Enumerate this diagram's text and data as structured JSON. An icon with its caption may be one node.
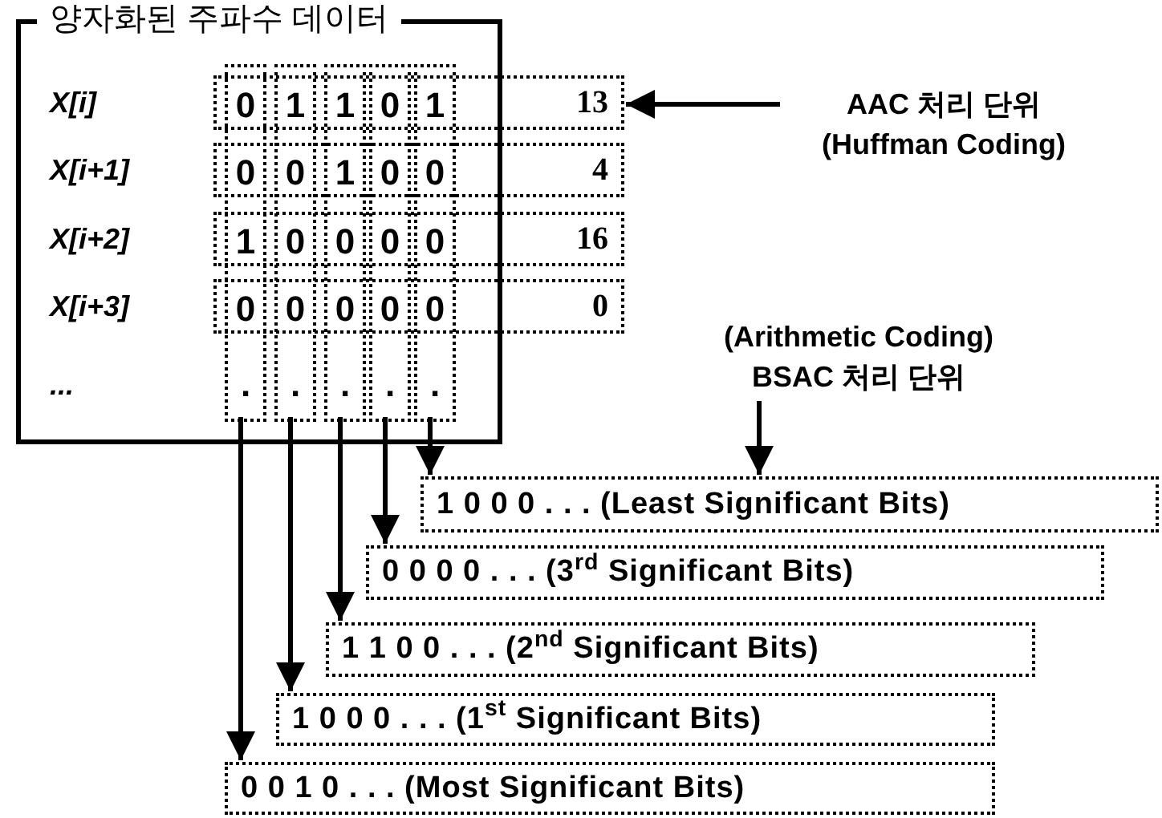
{
  "diagram": {
    "nodes": [
      {
        "text": [
          "양자화된 주파수 데이터"
        ]
      },
      {
        "text": [
          "0",
          "0",
          "1",
          "0",
          "."
        ],
        "in": 0
      },
      {
        "text": [
          "1",
          "0",
          "0",
          "0",
          "."
        ],
        "in": 0
      },
      {
        "text": [
          "1",
          "1",
          "0",
          "0",
          "."
        ],
        "in": 0
      },
      {
        "text": [
          "0",
          "0",
          "0",
          "0",
          "."
        ],
        "in": 0
      },
      {
        "text": [
          "1",
          "0",
          "0",
          "0",
          "."
        ],
        "in": 0
      },
      {
        "text": [
          "13"
        ]
      },
      {
        "text": [
          "4"
        ]
      },
      {
        "text": [
          "16"
        ]
      },
      {
        "text": [
          "0"
        ]
      },
      {
        "text": [
          "AAC 처리 단위",
          "(Huffman Coding)"
        ]
      },
      {
        "text": [
          "(Arithmetic Coding)",
          "BSAC 처리 단위"
        ]
      },
      {
        "text": [
          "1 0 0 0 . . . (Least Significant Bits)"
        ]
      },
      {
        "text": [
          "0 0 0 0 . . . (3$^{rd}$ Significant Bits)"
        ]
      },
      {
        "text": [
          "1 1 0 0 . . . (2$^{nd}$ Significant Bits)"
        ]
      },
      {
        "text": [
          "1 0 0 0 . . . (1$^{st}$ Significant Bits)"
        ]
      },
      {
        "text": [
          "0 0 1 0 . . . (Most Significant Bits)"
        ]
      }
    ],
    "edges": [
      {
        "from": 10,
        "to": 6,
        "arrow": "to"
      },
      {
        "from": 11,
        "to": 12,
        "arrow": "to"
      },
      {
        "from": 5,
        "to": 12,
        "arrow": "to"
      },
      {
        "from": 4,
        "to": 13,
        "arrow": "to"
      },
      {
        "from": 3,
        "to": 14,
        "arrow": "to"
      },
      {
        "from": 2,
        "to": 15,
        "arrow": "to"
      },
      {
        "from": 1,
        "to": 16,
        "arrow": "to"
      }
    ],
    "labels": [
      "X[i]",
      "X[i+1]",
      "X[i+2]",
      "X[i+3]",
      "..."
    ]
  }
}
